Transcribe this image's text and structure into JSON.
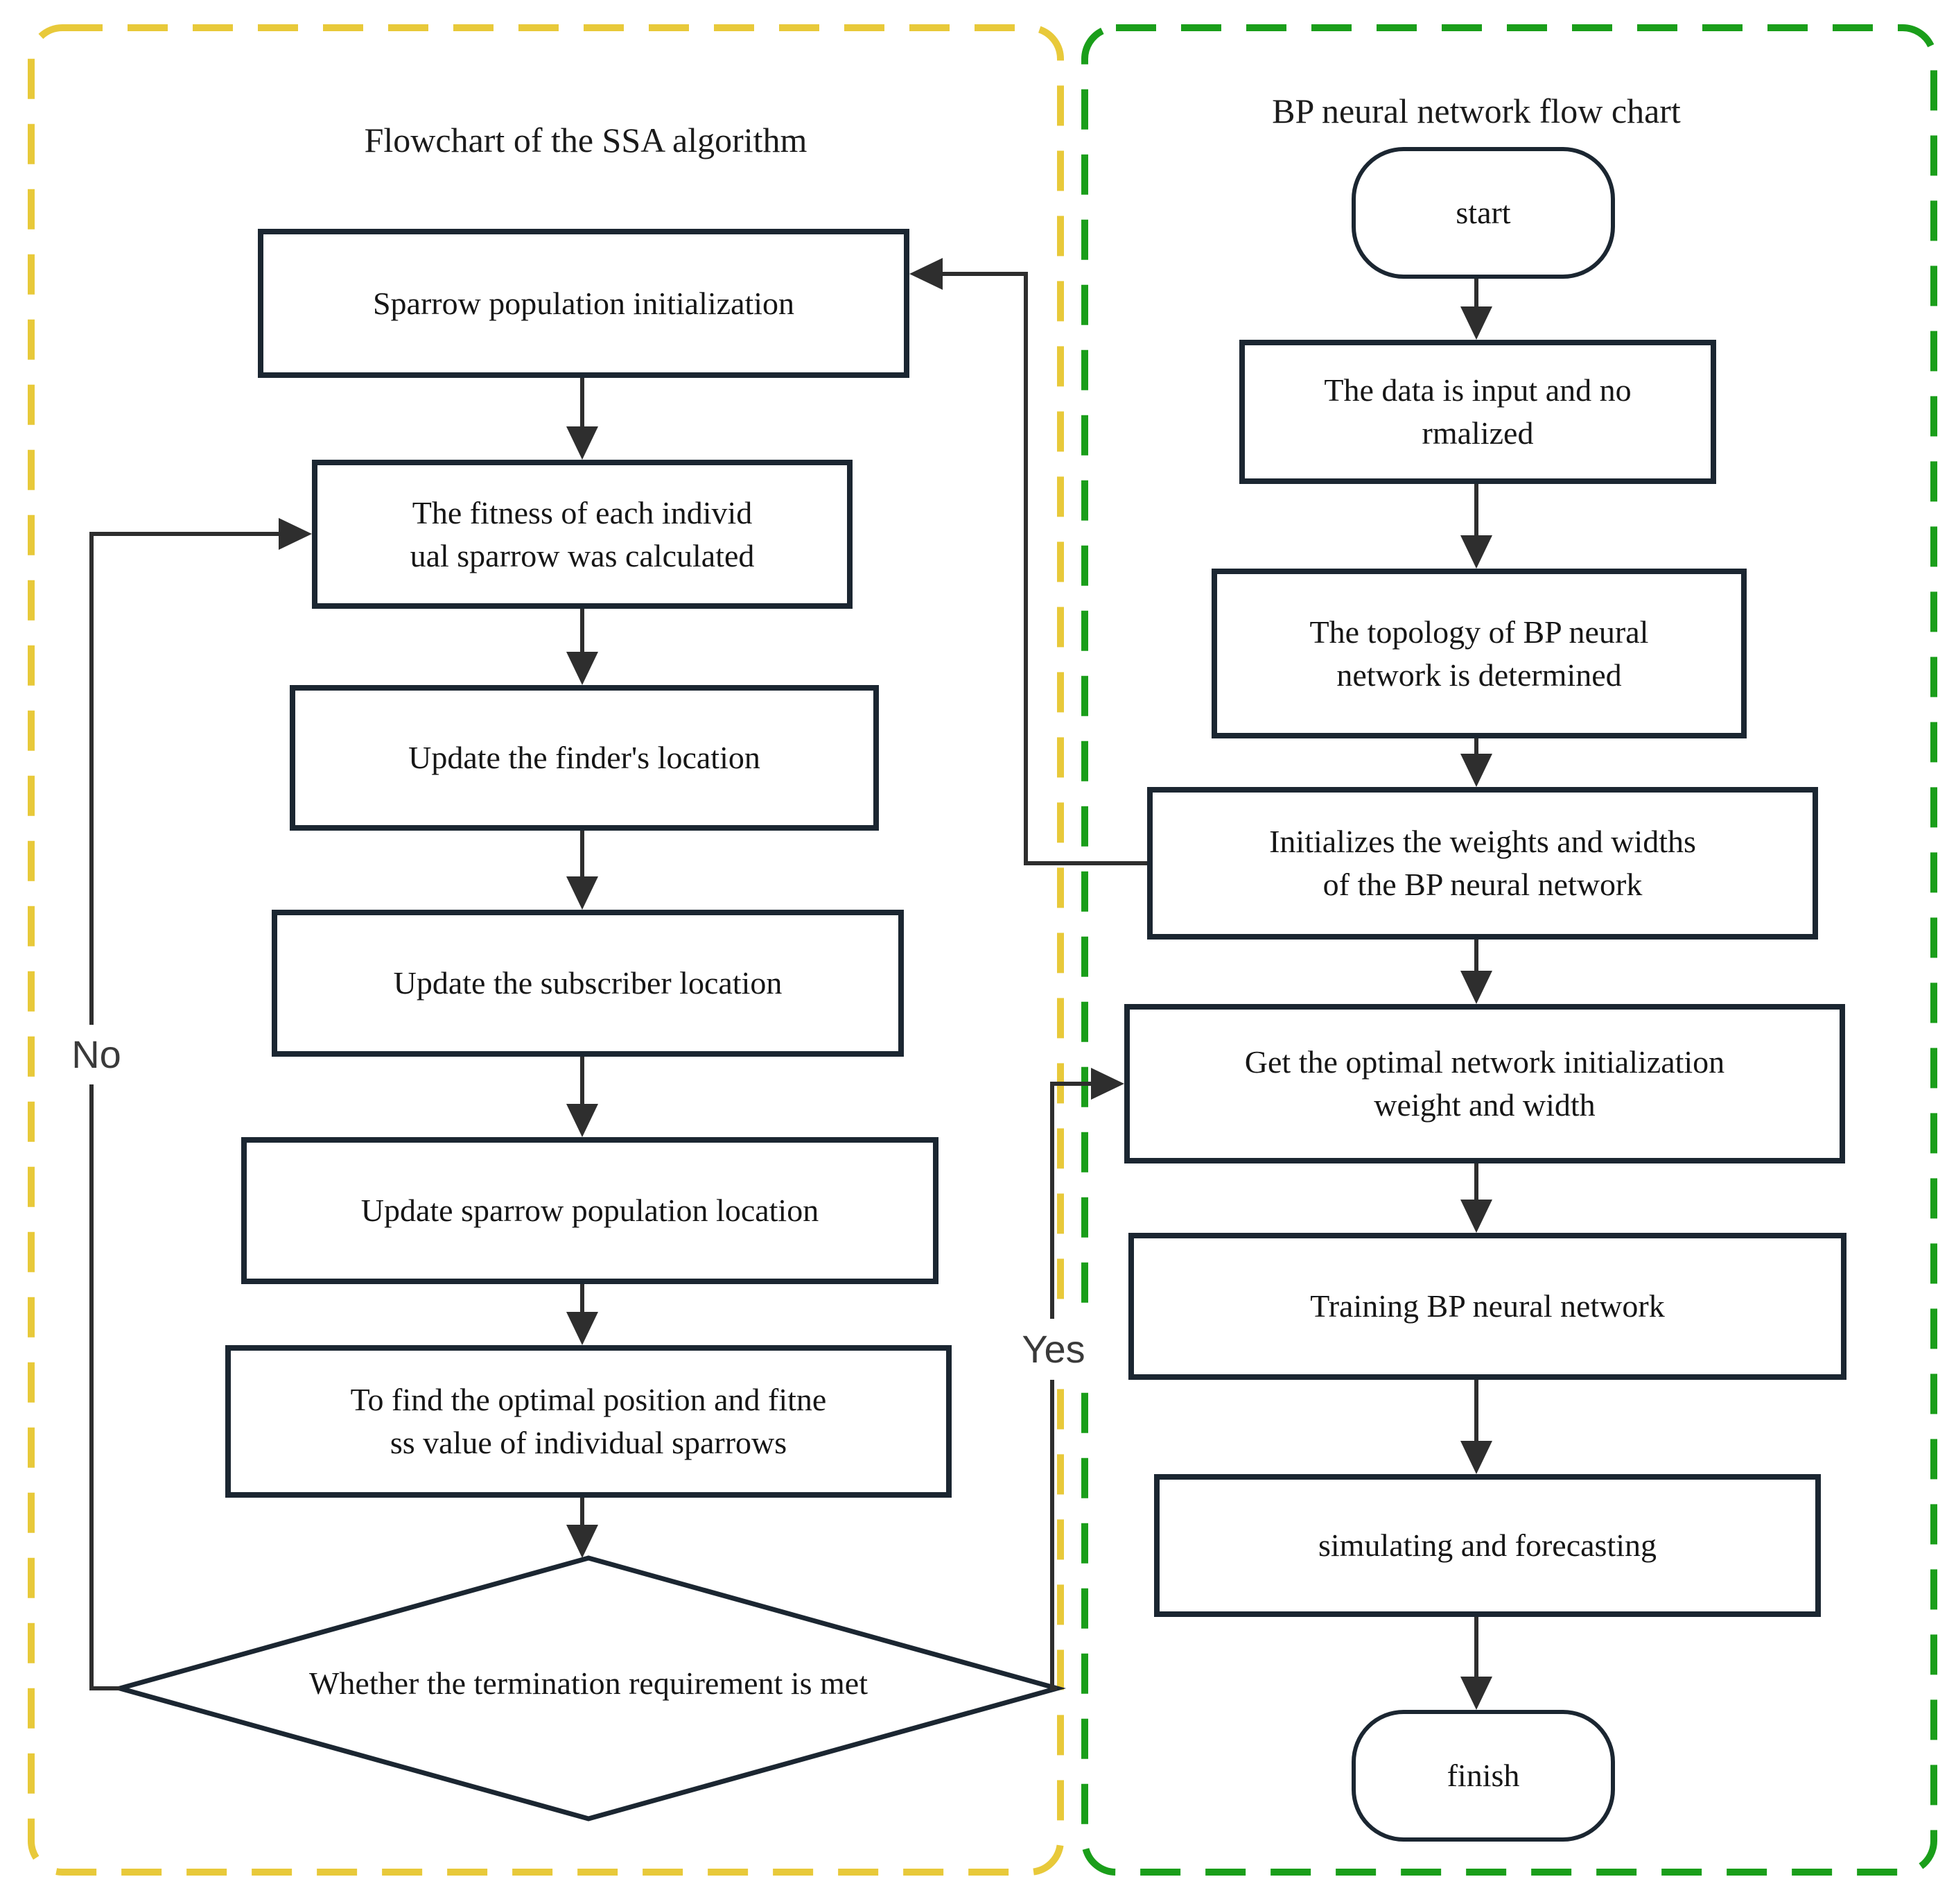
{
  "left_panel": {
    "title": "Flowchart of the SSA algorithm",
    "border_color": "#e8c93a",
    "nodes": [
      "Sparrow population initialization",
      "The fitness of each individ\nual sparrow was calculated",
      "Update the finder's location",
      "Update the subscriber location",
      "Update sparrow population location",
      "To find the optimal position and fitne\nss value of individual sparrows"
    ],
    "decision": "Whether the termination requirement is met",
    "no_label": "No"
  },
  "right_panel": {
    "title": "BP neural network flow chart",
    "border_color": "#1a9e1a",
    "start_label": "start",
    "nodes": [
      "The data is input and no\nrmalized",
      "The topology of BP neural\nnetwork is determined",
      "Initializes the weights and widths\nof the BP neural network",
      "Get the optimal network initialization\nweight and width",
      "Training BP neural network",
      "simulating and forecasting"
    ],
    "finish_label": "finish",
    "yes_label": "Yes"
  },
  "line_color": "#2e2e2e"
}
